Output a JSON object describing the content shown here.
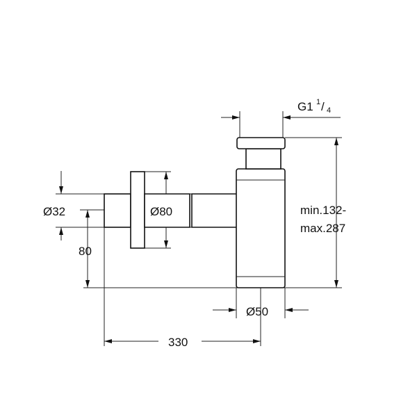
{
  "dimensions": {
    "thread": {
      "prefix": "G1",
      "numerator": "1",
      "slash": "/",
      "denominator": "4"
    },
    "height_min": "min.132-",
    "height_max": "max.287",
    "wall_pipe_diameter": "Ø32",
    "rosette_diameter": "Ø80",
    "outlet_height": "80",
    "trap_diameter": "Ø50",
    "projection": "330"
  }
}
